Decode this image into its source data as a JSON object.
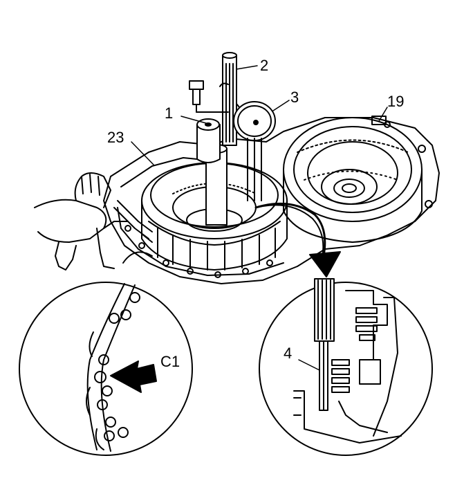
{
  "callouts": {
    "c1": "1",
    "c2": "2",
    "c3": "3",
    "c4": "4",
    "c19": "19",
    "c23": "23",
    "cC1": "C1"
  }
}
